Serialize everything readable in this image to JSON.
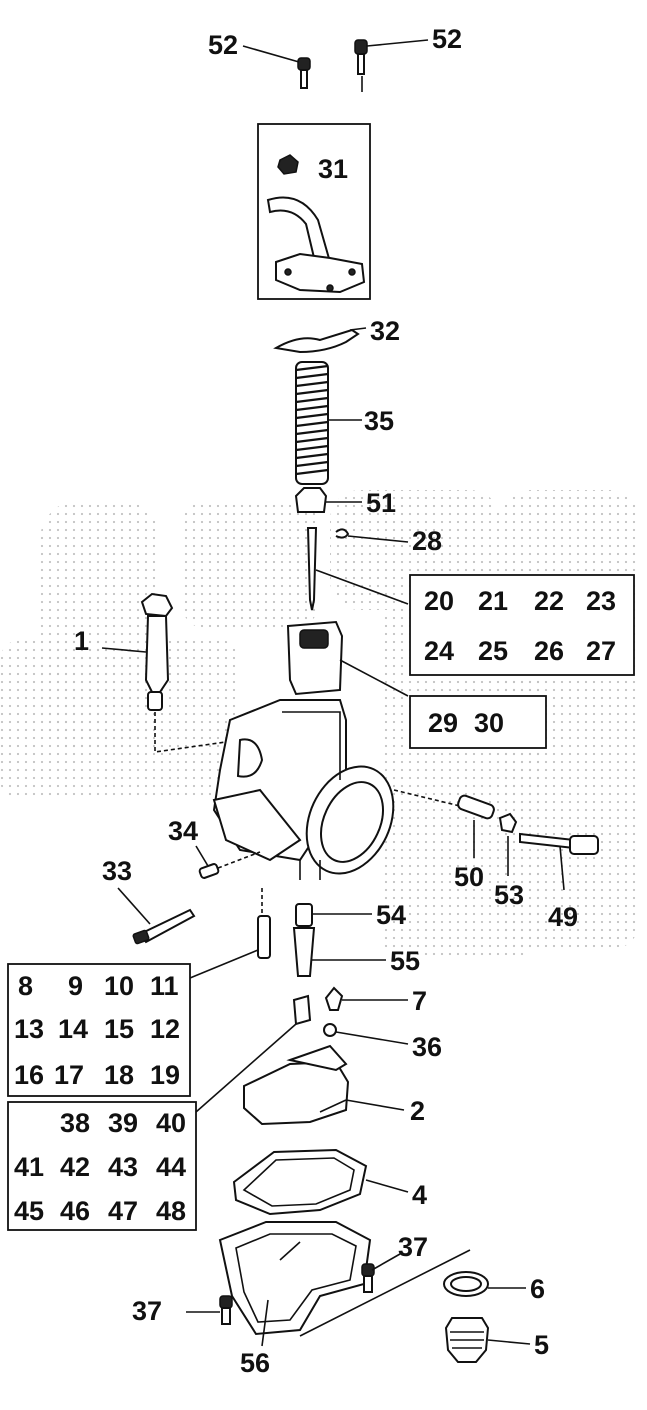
{
  "callouts": {
    "c52a": "52",
    "c52b": "52",
    "c31": "31",
    "c32": "32",
    "c35": "35",
    "c51": "51",
    "c28": "28",
    "c1": "1",
    "c34": "34",
    "c33": "33",
    "c50": "50",
    "c53": "53",
    "c49": "49",
    "c54": "54",
    "c55": "55",
    "c7": "7",
    "c36": "36",
    "c2": "2",
    "c4": "4",
    "c37a": "37",
    "c37b": "37",
    "c6": "6",
    "c5": "5",
    "c56": "56"
  },
  "groups": {
    "needle_jets": [
      [
        "20",
        "21",
        "22",
        "23"
      ],
      [
        "24",
        "25",
        "26",
        "27"
      ]
    ],
    "throttle_valves": [
      "29",
      "30"
    ],
    "pilot_jets": [
      [
        "8",
        "9",
        "10",
        "11"
      ],
      [
        "13",
        "14",
        "15",
        "12"
      ],
      [
        "16",
        "17",
        "18",
        "19"
      ]
    ],
    "main_jets": [
      [
        "",
        "38",
        "39",
        "40"
      ],
      [
        "41",
        "42",
        "43",
        "44"
      ],
      [
        "45",
        "46",
        "47",
        "48"
      ]
    ]
  }
}
